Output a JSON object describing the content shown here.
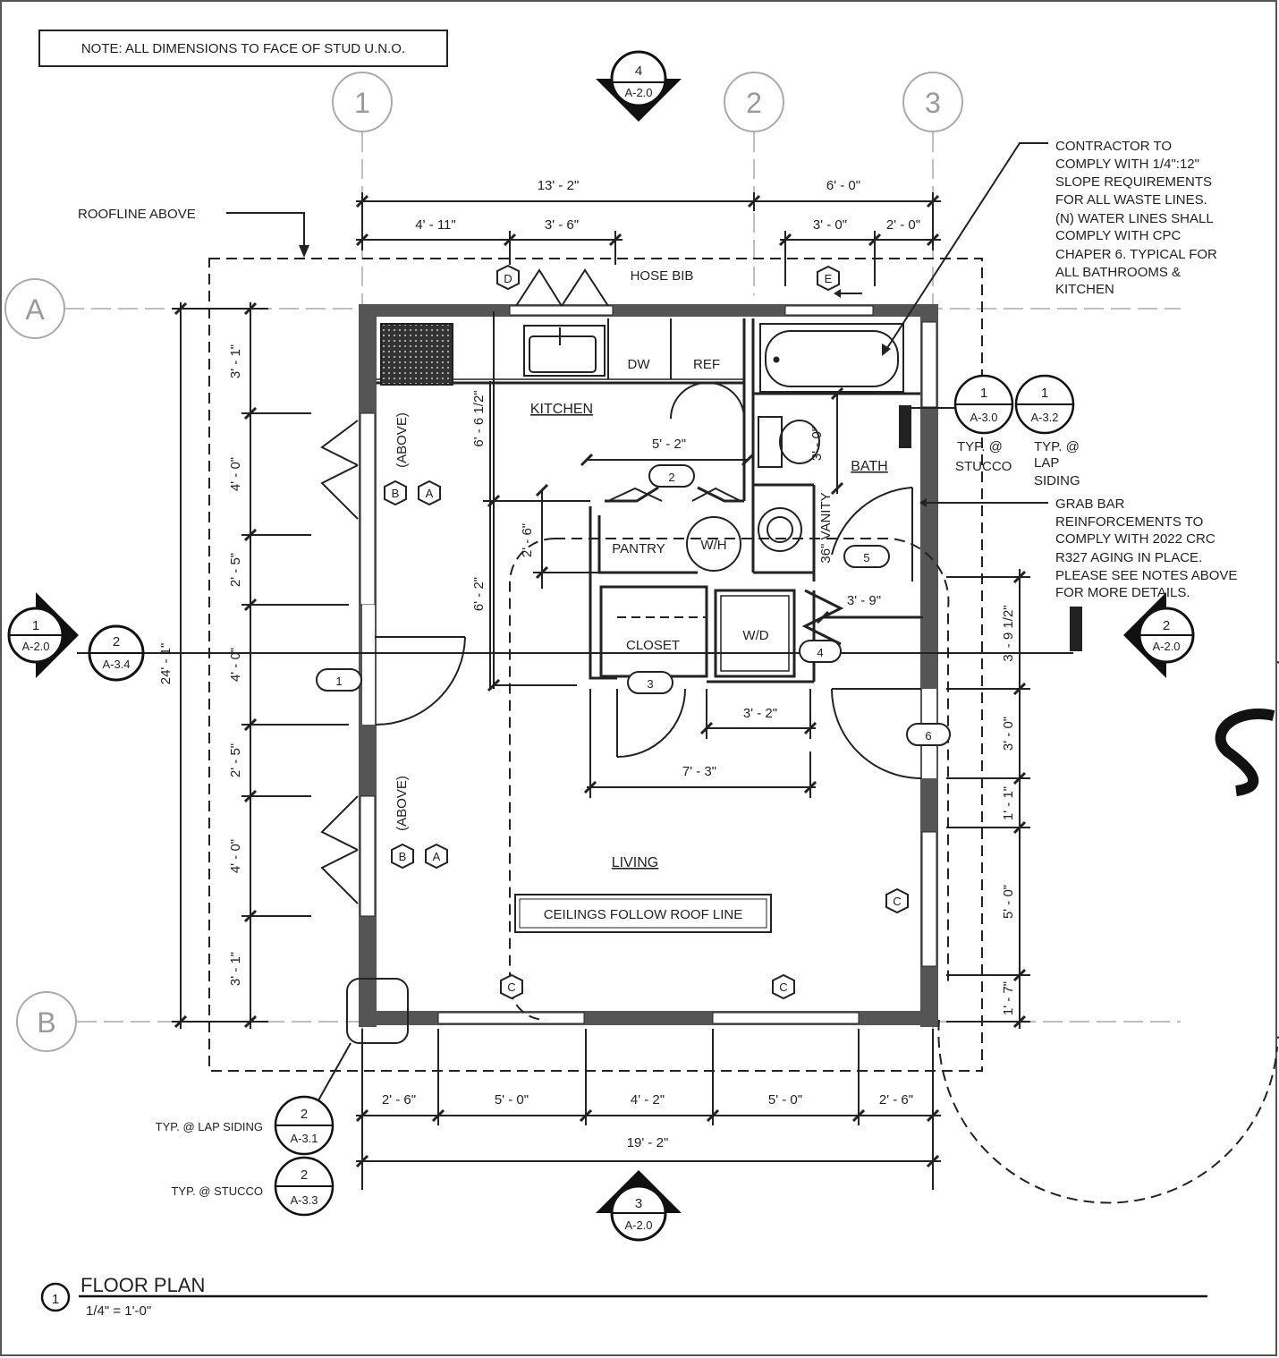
{
  "note": "NOTE:  ALL DIMENSIONS TO FACE OF STUD U.N.O.",
  "grid": {
    "columns": [
      "1",
      "2",
      "3"
    ],
    "rows": [
      "A",
      "B"
    ]
  },
  "section_markers": [
    {
      "num": "4",
      "sheet": "A-2.0"
    },
    {
      "num": "3",
      "sheet": "A-2.0"
    },
    {
      "num": "1",
      "sheet": "A-2.0"
    },
    {
      "num": "2",
      "sheet": "A-2.0"
    },
    {
      "num": "2",
      "sheet": "A-3.4"
    }
  ],
  "detail_markers": [
    {
      "num": "1",
      "sheet": "A-3.0",
      "caption": "TYP. @ STUCCO"
    },
    {
      "num": "1",
      "sheet": "A-3.2",
      "caption": "TYP. @ LAP SIDING"
    },
    {
      "num": "2",
      "sheet": "A-3.1",
      "caption": "TYP. @ LAP SIDING"
    },
    {
      "num": "2",
      "sheet": "A-3.3",
      "caption": "TYP. @ STUCCO"
    }
  ],
  "annotations": {
    "roofline": "ROOFLINE ABOVE",
    "hose_bib": "HOSE BIB",
    "contractor_note": [
      "CONTRACTOR TO",
      "COMPLY WITH 1/4\":12\"",
      "SLOPE REQUIREMENTS",
      "FOR ALL WASTE LINES.",
      "(N) WATER LINES SHALL",
      "COMPLY WITH CPC",
      "CHAPER 6. TYPICAL FOR",
      "ALL BATHROOMS &",
      "KITCHEN"
    ],
    "grab_bar_note": [
      "GRAB BAR",
      "REINFORCEMENTS TO",
      "COMPLY WITH 2022 CRC",
      "R327 AGING IN PLACE.",
      "PLEASE SEE NOTES ABOVE",
      "FOR MORE DETAILS."
    ],
    "ceilings": "CEILINGS FOLLOW ROOF LINE",
    "above": "(ABOVE)",
    "vanity": "36\" VANITY"
  },
  "rooms": {
    "kitchen": "KITCHEN",
    "bath": "BATH",
    "living": "LIVING",
    "pantry": "PANTRY",
    "closet": "CLOSET",
    "wh": "W/H",
    "wd": "W/D",
    "dw": "DW",
    "ref": "REF"
  },
  "door_tags": [
    "1",
    "2",
    "3",
    "4",
    "5",
    "6"
  ],
  "window_tags": [
    "A",
    "B",
    "C",
    "D",
    "E"
  ],
  "dimensions": {
    "top_overall_left": "13' - 2\"",
    "top_overall_right": "6' - 0\"",
    "top_a": "4' - 11\"",
    "top_b": "3' - 6\"",
    "top_c": "3' - 0\"",
    "top_d": "2' - 0\"",
    "bottom_1": "2' - 6\"",
    "bottom_2": "5' - 0\"",
    "bottom_3": "4' - 2\"",
    "bottom_4": "5' - 0\"",
    "bottom_5": "2' - 6\"",
    "bottom_overall": "19' - 2\"",
    "left_overall": "24' - 1\"",
    "left_1": "3' - 1\"",
    "left_2": "4' - 0\"",
    "left_3": "2' - 5\"",
    "left_4": "4' - 0\"",
    "left_5": "2' - 5\"",
    "left_6": "4' - 0\"",
    "left_7": "3' - 1\"",
    "right_1": "3' - 9 1/2\"",
    "right_2": "3' - 0\"",
    "right_3": "1' - 1\"",
    "right_4": "5' - 0\"",
    "right_5": "1' - 7\"",
    "kitchen_h": "6' - 6 1/2\"",
    "kitchen_h2": "6' - 2\"",
    "pantry_w": "5' - 2\"",
    "pantry_h": "2' - 6\"",
    "bath_h": "3' - 0\"",
    "bath_w": "3' - 9\"",
    "wd_w": "3' - 2\"",
    "core_w": "7' - 3\""
  },
  "drawing_title": "FLOOR PLAN",
  "drawing_number": "1",
  "scale": "1/4\" = 1'-0\""
}
